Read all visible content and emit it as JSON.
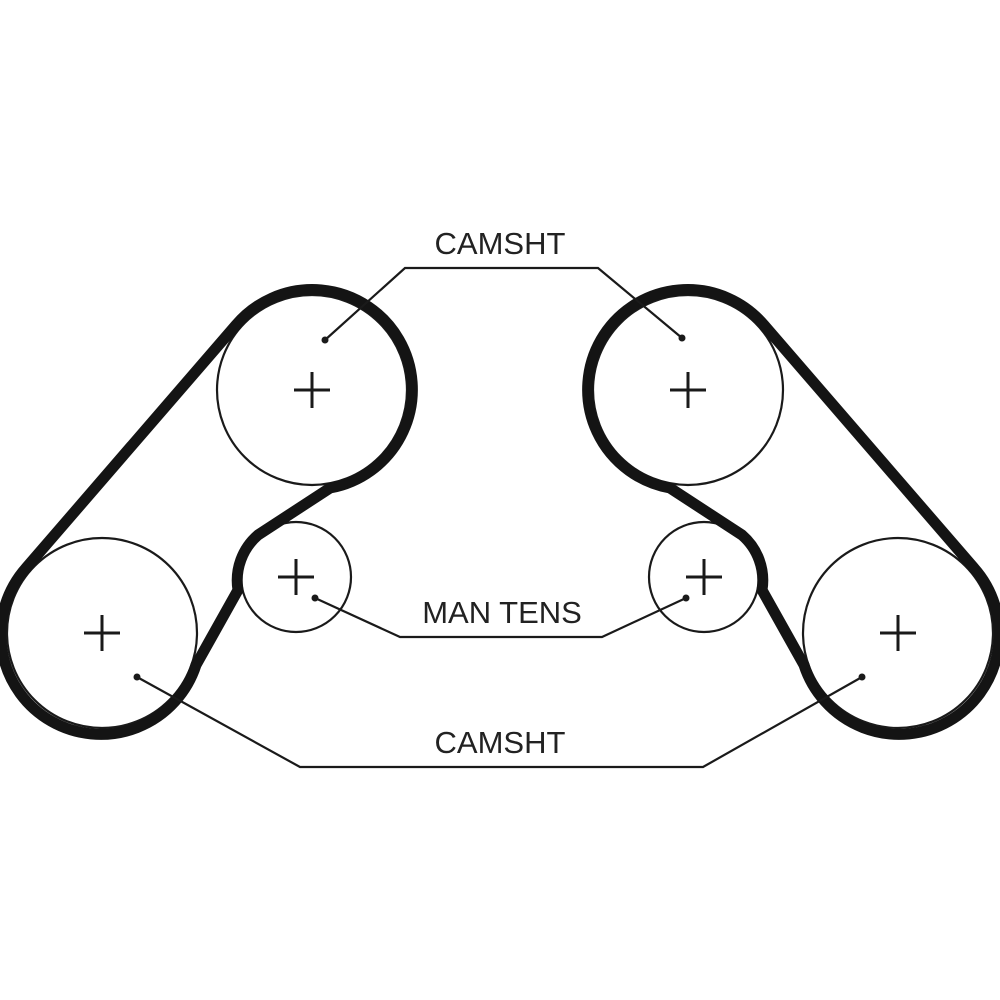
{
  "labels": {
    "top_camshaft": "CAMSHT",
    "tensioner": "MAN TENS",
    "bottom_camshaft": "CAMSHT"
  },
  "colors": {
    "line": "#141414",
    "background": "#ffffff"
  }
}
